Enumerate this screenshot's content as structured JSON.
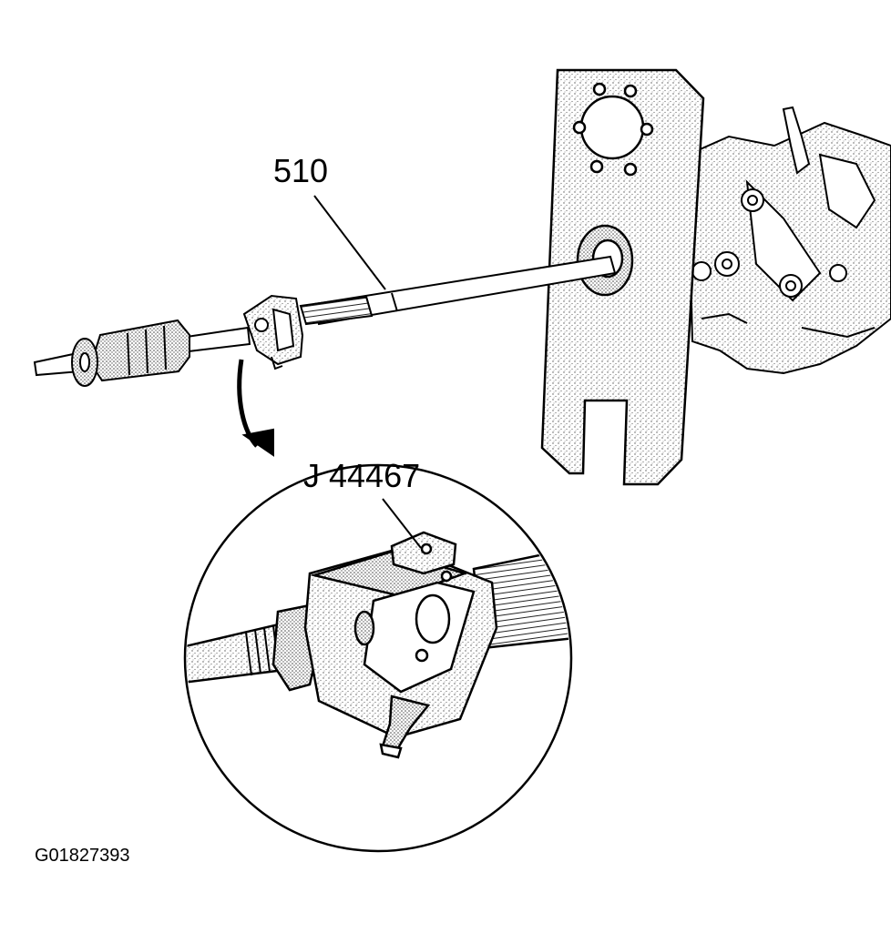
{
  "callouts": {
    "shaft_label": "510",
    "tool_label": "J 44467"
  },
  "figure_id": "G01827393",
  "colors": {
    "ink": "#000000",
    "paper": "#ffffff",
    "stipple": "#555555"
  }
}
